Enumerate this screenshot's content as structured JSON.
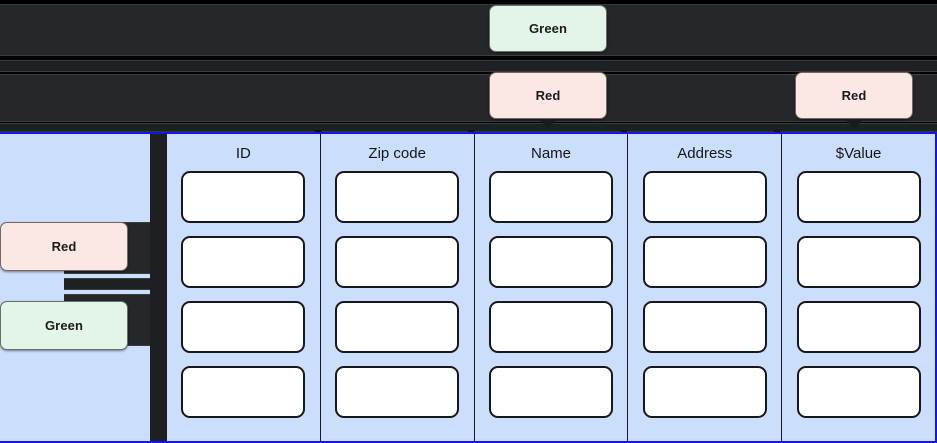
{
  "toolbar": {
    "badges": [
      {
        "label": "Green",
        "variant": "green",
        "name": "badge-green-top"
      },
      {
        "label": "Red",
        "variant": "red",
        "name": "badge-red-name"
      },
      {
        "label": "Red",
        "variant": "red",
        "name": "badge-red-value"
      }
    ]
  },
  "left_panel": {
    "badges": [
      {
        "label": "Red",
        "variant": "red"
      },
      {
        "label": "Green",
        "variant": "green"
      }
    ]
  },
  "table": {
    "columns": [
      {
        "header": "ID"
      },
      {
        "header": "Zip code"
      },
      {
        "header": "Name"
      },
      {
        "header": "Address"
      },
      {
        "header": "$Value"
      }
    ],
    "row_count": 4,
    "cell_values": [
      [
        "",
        "",
        "",
        "",
        ""
      ],
      [
        "",
        "",
        "",
        "",
        ""
      ],
      [
        "",
        "",
        "",
        "",
        ""
      ],
      [
        "",
        "",
        "",
        "",
        ""
      ]
    ]
  },
  "colors": {
    "badge_green_bg": "#e3f5e8",
    "badge_red_bg": "#fbe7e4",
    "panel_blue": "#cbdefb",
    "selection_blue": "#1713e8",
    "dark_chrome": "#26272b",
    "outline_dark": "#17181c"
  }
}
